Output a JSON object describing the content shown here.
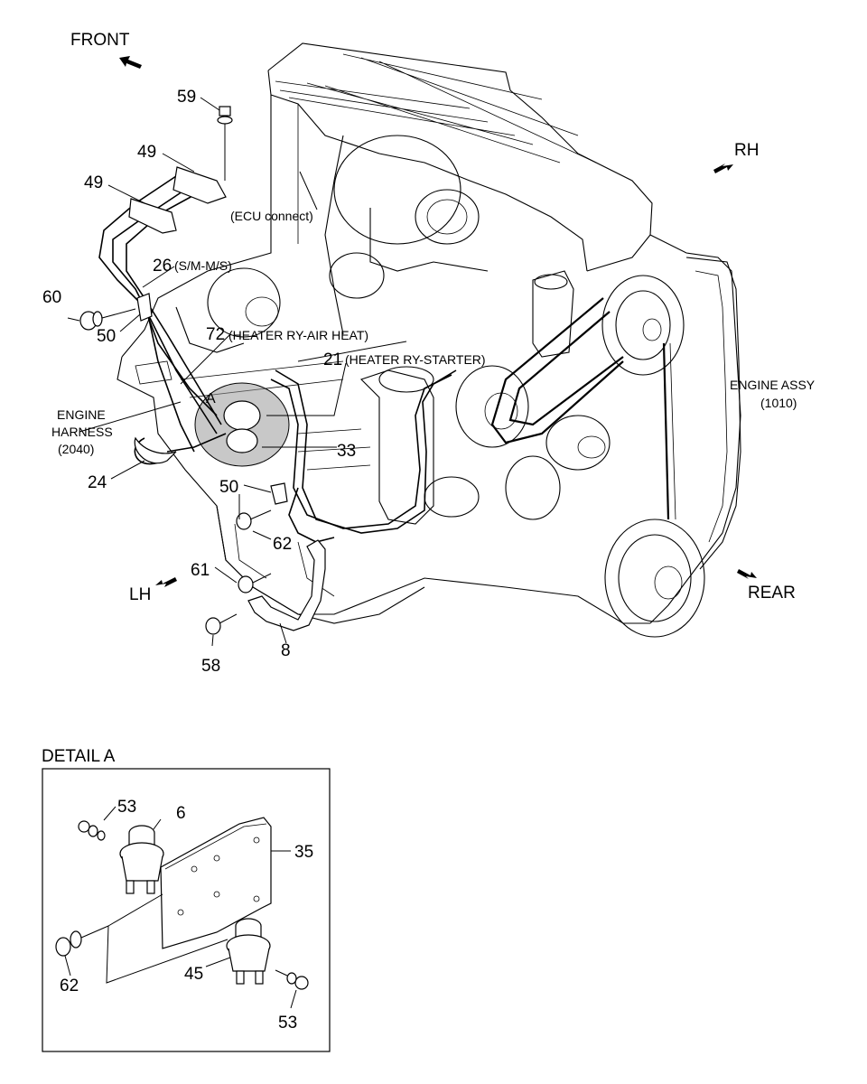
{
  "directions": {
    "front": "FRONT",
    "rh": "RH",
    "lh": "LH",
    "rear": "REAR"
  },
  "engine_assy": {
    "line1": "ENGINE ASSY",
    "line2": "(1010)"
  },
  "engine_harness": {
    "line1": "ENGINE",
    "line2": "HARNESS",
    "line3": "(2040)"
  },
  "callouts": {
    "c59": "59",
    "c49a": "49",
    "c49b": "49",
    "ecu": "(ECU connect)",
    "c26": "26",
    "c26_note": "(S/M-M/S)",
    "c60": "60",
    "c50a": "50",
    "c72": "72",
    "c72_note": "(HEATER RY-AIR HEAT)",
    "c21": "21",
    "c21_note": "(HEATER RY-STARTER)",
    "detail_marker": "A",
    "c33": "33",
    "c24": "24",
    "c50b": "50",
    "c62a": "62",
    "c61": "61",
    "c58": "58",
    "c8": "8"
  },
  "detail": {
    "title": "DETAIL A",
    "c53a": "53",
    "c6": "6",
    "c35": "35",
    "c62": "62",
    "c45": "45",
    "c53b": "53"
  }
}
